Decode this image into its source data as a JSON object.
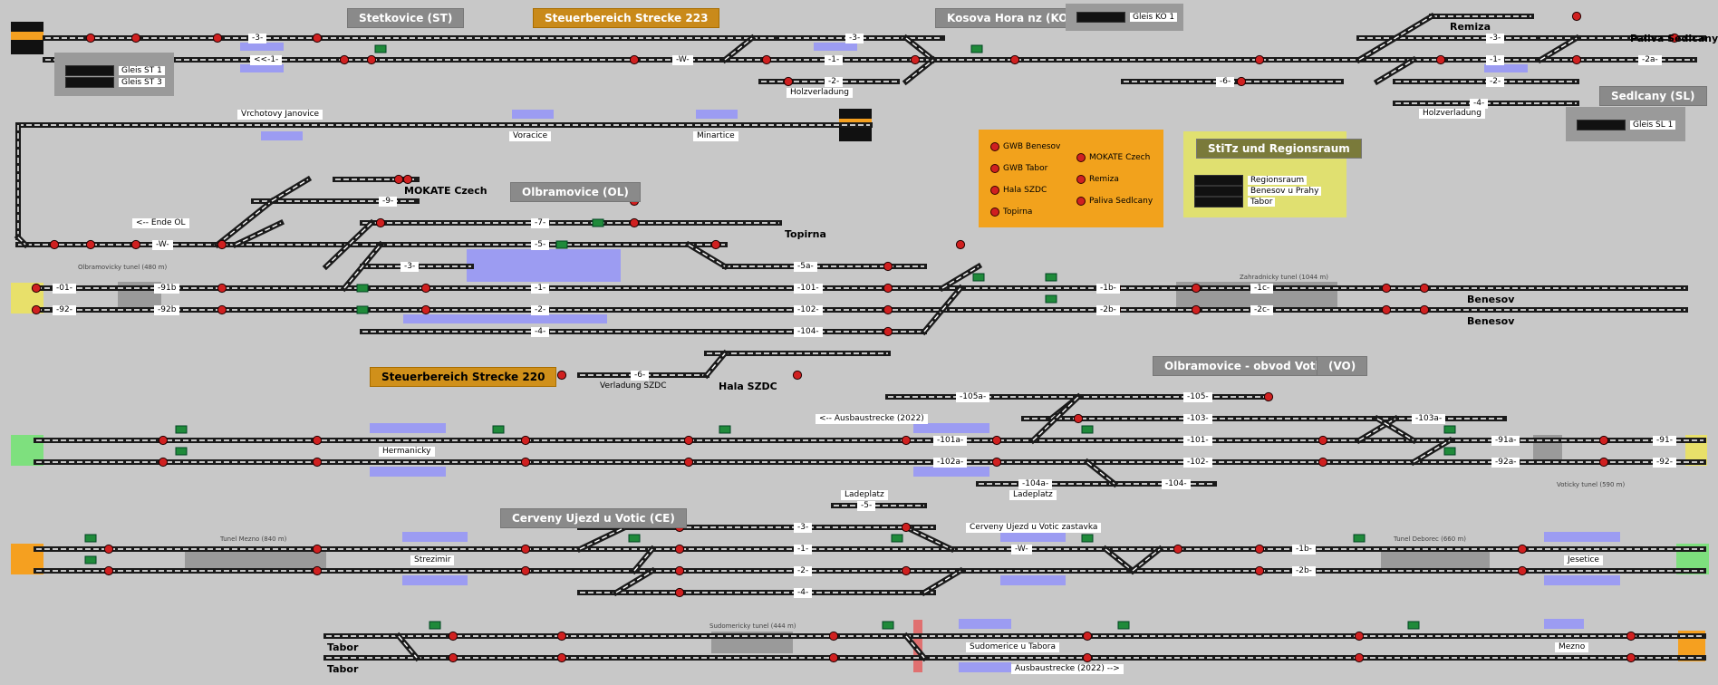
{
  "headers": {
    "stetkovice": "Stetkovice (ST)",
    "steuer223": "Steuerbereich Strecke 223",
    "kosova": "Kosova Hora nz (KO)",
    "olbramovice": "Olbramovice (OL)",
    "steuer220": "Steuerbereich Strecke 220",
    "obvod_votice": "Olbramovice - obvod Votice",
    "vo": "(VO)",
    "cerveny": "Cerveny Ujezd u Votic (CE)",
    "sedlcany": "Sedlcany (SL)",
    "stitz": "StiTz und Regionsraum"
  },
  "gleis": {
    "ko1": "Gleis KO 1",
    "st1": "Gleis ST 1",
    "st3": "Gleis ST 3",
    "sl1": "Gleis SL 1"
  },
  "legend_orange": {
    "gwb_benesov": "GWB Benesov",
    "gwb_tabor": "GWB Tabor",
    "hala_szdc": "Hala SZDC",
    "topirna": "Topirna",
    "mokate": "MOKATE Czech",
    "remiza": "Remiza",
    "paliva": "Paliva Sedlcany"
  },
  "legend_yellow": {
    "regionsraum": "Regionsraum",
    "benesov_prahy": "Benesov u Prahy",
    "tabor": "Tabor"
  },
  "places": {
    "remiza": "Remiza",
    "paliva_sedlcany": "Paliva Sedlcany",
    "holzverladung1": "Holzverladung",
    "holzverladung2": "Holzverladung",
    "vrchotovy": "Vrchotovy Janovice",
    "voracice": "Voracice",
    "minartice": "Minartice",
    "mokate_czech": "MOKATE Czech",
    "topirna": "Topirna",
    "ende_ol": "<-- Ende OL",
    "olbram_tunel": "Olbramovicky tunel (480 m)",
    "zahradnicky_tunel": "Zahradnicky tunel (1044 m)",
    "benesov1": "Benesov",
    "benesov2": "Benesov",
    "verladung_szdc": "Verladung SZDC",
    "hala_szdc": "Hala SZDC",
    "ausbau1": "<-- Ausbaustrecke (2022)",
    "hermanicky": "Hermanicky",
    "ladeplatz1": "Ladeplatz",
    "ladeplatz2": "Ladeplatz",
    "voticky_tunel": "Voticky tunel (590 m)",
    "tunel_mezno": "Tunel Mezno (840 m)",
    "strezimir": "Strezimir",
    "cerveny_zastavka": "Cerveny Ujezd u Votic zastavka",
    "tunel_deborec": "Tunel Deborec (660 m)",
    "jesetice": "Jesetice",
    "sudomericky_tunel": "Sudomericky tunel (444 m)",
    "sudomerice": "Sudomerice u Tabora",
    "ausbau2": "Ausbaustrecke (2022) -->",
    "mezno": "Mezno",
    "tabor1": "Tabor",
    "tabor2": "Tabor"
  },
  "track_labels": {
    "l1": "-3-",
    "l2": "<<-1-",
    "l3": "-W-",
    "l4": "-3-",
    "l5": "-1-",
    "l6": "-2-",
    "l7": "-6-",
    "l8": "-3-",
    "l9": "-1-",
    "l10": "-2-",
    "l11": "-2a-",
    "l12": "-4-",
    "l13": "-9-",
    "l14": "-7-",
    "l15": "-5-",
    "l16": "-3-",
    "l17": "-01-",
    "l18": "-91b",
    "l19": "-92-",
    "l20": "-92b",
    "l21": "-1-",
    "l22": "-2-",
    "l23": "-4-",
    "l24": "-5a-",
    "l25": "-101-",
    "l26": "-102-",
    "l27": "-104-",
    "l28": "-1b-",
    "l29": "-2b-",
    "l30": "-1c-",
    "l31": "-2c-",
    "l32": "-6-",
    "l33": "-105a-",
    "l34": "-105-",
    "l35": "-103-",
    "l36": "-103a-",
    "l37": "-101a-",
    "l38": "-101-",
    "l39": "-91a-",
    "l40": "-91-",
    "l41": "-102a-",
    "l42": "-102-",
    "l43": "-92a-",
    "l44": "-92-",
    "l45": "-104a-",
    "l46": "-104-",
    "l47": "-5-",
    "l48": "-3-",
    "l49": "-1-",
    "l50": "-2-",
    "l51": "-4-",
    "l52": "-W-",
    "l53": "-1b-",
    "l54": "-2b-",
    "l55": "-W-"
  },
  "colors": {
    "background": "#c8c8c8",
    "track": "#1a1a1a",
    "rail": "#ffffff",
    "signal_red": "#d02020",
    "signal_green": "#1f8a3a",
    "platform": "#9c9cf2",
    "orange_panel": "#f2a21c",
    "yellow_panel": "#e0e070",
    "entry_yellow": "#e8e06a",
    "entry_green": "#7ee07e",
    "entry_orange": "#f5a020"
  }
}
